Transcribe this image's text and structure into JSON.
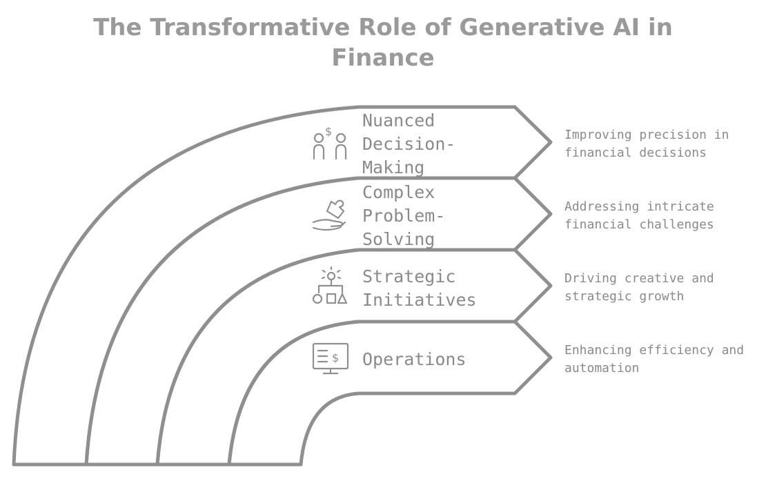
{
  "title": "The Transformative Role of Generative AI in\nFinance",
  "layers": [
    {
      "label": "Nuanced\nDecision-\nMaking",
      "description": "Improving precision in\nfinancial decisions",
      "icon": "people-money-icon"
    },
    {
      "label": "Complex\nProblem-\nSolving",
      "description": "Addressing intricate\nfinancial challenges",
      "icon": "hand-puzzle-icon"
    },
    {
      "label": "Strategic\nInitiatives",
      "description": "Driving creative and\nstrategic growth",
      "icon": "lightbulb-flowchart-icon"
    },
    {
      "label": "Operations",
      "description": "Enhancing efficiency and\nautomation",
      "icon": "finance-monitor-icon"
    }
  ],
  "colors": {
    "stroke": "#8f8f8f",
    "text": "#8a8a8a",
    "title": "#9a9a9a"
  }
}
